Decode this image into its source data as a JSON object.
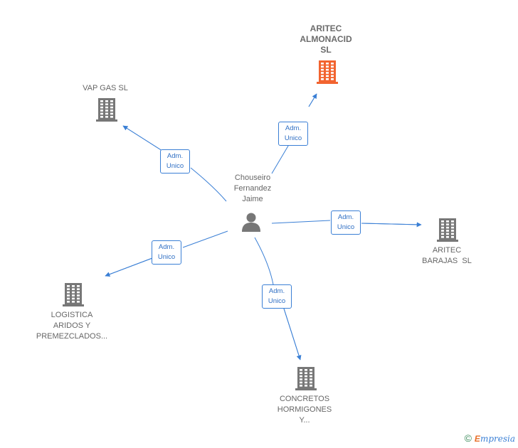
{
  "center": {
    "name_lines": [
      "Chouseiro",
      "Fernandez",
      "Jaime"
    ],
    "icon": "person-icon"
  },
  "companies": [
    {
      "id": "aritec-almonacid",
      "name_lines": [
        "ARITEC",
        "ALMONACID",
        "SL"
      ],
      "icon": "building-icon",
      "color": "#f26430",
      "highlight": true
    },
    {
      "id": "vap-gas",
      "name_lines": [
        "VAP GAS SL"
      ],
      "icon": "building-icon",
      "color": "#777777"
    },
    {
      "id": "aritec-barajas",
      "name_lines": [
        "ARITEC",
        "BARAJAS  SL"
      ],
      "icon": "building-icon",
      "color": "#777777"
    },
    {
      "id": "logistica",
      "name_lines": [
        "LOGISTICA",
        "ARIDOS Y",
        "PREMEZCLADOS..."
      ],
      "icon": "building-icon",
      "color": "#777777"
    },
    {
      "id": "concretos",
      "name_lines": [
        "CONCRETOS",
        "HORMIGONES",
        "Y..."
      ],
      "icon": "building-icon",
      "color": "#777777"
    }
  ],
  "edges": [
    {
      "to": "aritec-almonacid",
      "label_lines": [
        "Adm.",
        "Unico"
      ]
    },
    {
      "to": "vap-gas",
      "label_lines": [
        "Adm.",
        "Unico"
      ]
    },
    {
      "to": "aritec-barajas",
      "label_lines": [
        "Adm.",
        "Unico"
      ]
    },
    {
      "to": "logistica",
      "label_lines": [
        "Adm.",
        "Unico"
      ]
    },
    {
      "to": "concretos",
      "label_lines": [
        "Adm.",
        "Unico"
      ]
    }
  ],
  "colors": {
    "edge": "#3a7fd5",
    "building": "#777777",
    "highlight": "#f26430"
  },
  "footer": {
    "copyright": "©",
    "brand_initial": "E",
    "brand_rest": "mpresia"
  }
}
